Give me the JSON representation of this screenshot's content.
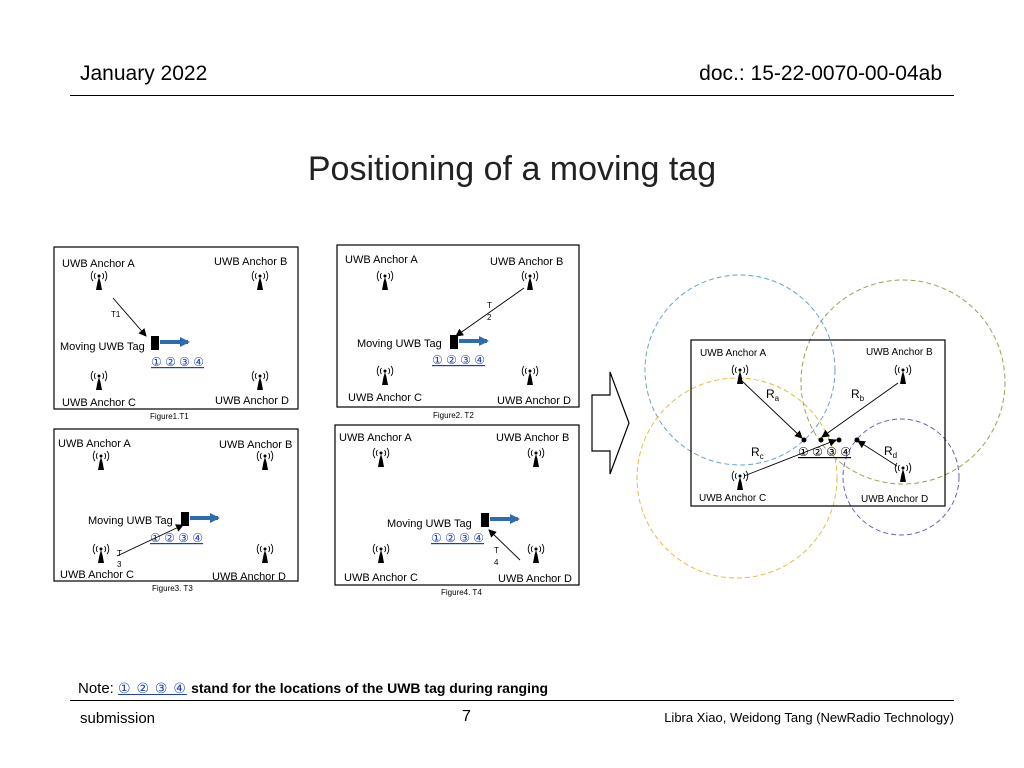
{
  "header": {
    "date": "January 2022",
    "doc": "doc.: 15-22-0070-00-04ab"
  },
  "title": "Positioning of a moving tag",
  "figures": [
    {
      "anchor_a": "UWB Anchor A",
      "anchor_b": "UWB Anchor B",
      "anchor_c": "UWB Anchor C",
      "anchor_d": "UWB Anchor D",
      "tag_label": "Moving UWB Tag",
      "numbers": "① ② ③ ④",
      "time_label": "T1",
      "caption": "Figure1.T1"
    },
    {
      "anchor_a": "UWB Anchor A",
      "anchor_b": "UWB Anchor B",
      "anchor_c": "UWB Anchor C",
      "anchor_d": "UWB Anchor D",
      "tag_label": "Moving UWB Tag",
      "numbers": "① ② ③ ④",
      "time_label_top": "T",
      "time_label_bottom": "2",
      "caption": "Figure2. T2"
    },
    {
      "anchor_a": "UWB Anchor A",
      "anchor_b": "UWB Anchor B",
      "anchor_c": "UWB Anchor C",
      "anchor_d": "UWB Anchor D",
      "tag_label": "Moving UWB Tag",
      "numbers": "① ② ③ ④",
      "time_label_top": "T",
      "time_label_bottom": "3",
      "caption": "Figure3. T3"
    },
    {
      "anchor_a": "UWB Anchor A",
      "anchor_b": "UWB Anchor B",
      "anchor_c": "UWB Anchor C",
      "anchor_d": "UWB Anchor D",
      "tag_label": "Moving UWB Tag",
      "numbers": "① ② ③ ④",
      "time_label_top": "T",
      "time_label_bottom": "4",
      "caption": "Figure4. T4"
    }
  ],
  "combined": {
    "anchor_a": "UWB Anchor A",
    "anchor_b": "UWB Anchor B",
    "anchor_c": "UWB Anchor C",
    "anchor_d": "UWB Anchor D",
    "ra": "R",
    "ra_sub": "a",
    "rb": "R",
    "rb_sub": "b",
    "rc": "R",
    "rc_sub": "c",
    "rd": "R",
    "rd_sub": "d",
    "numbers": "① ② ③ ④",
    "circle_colors": {
      "a": "#6a9fd0",
      "b": "#9aa05a",
      "c": "#e0c040",
      "d": "#7060b8"
    }
  },
  "note": {
    "prefix": "Note:",
    "numbers": "① ② ③ ④",
    "text": "stand for the locations of the UWB tag during ranging"
  },
  "footer": {
    "left": "submission",
    "page": "7",
    "right": "Libra Xiao, Weidong Tang (NewRadio Technology)"
  },
  "colors": {
    "arrow": "#2e6bb0",
    "number_blue": "#1f3fb8"
  }
}
